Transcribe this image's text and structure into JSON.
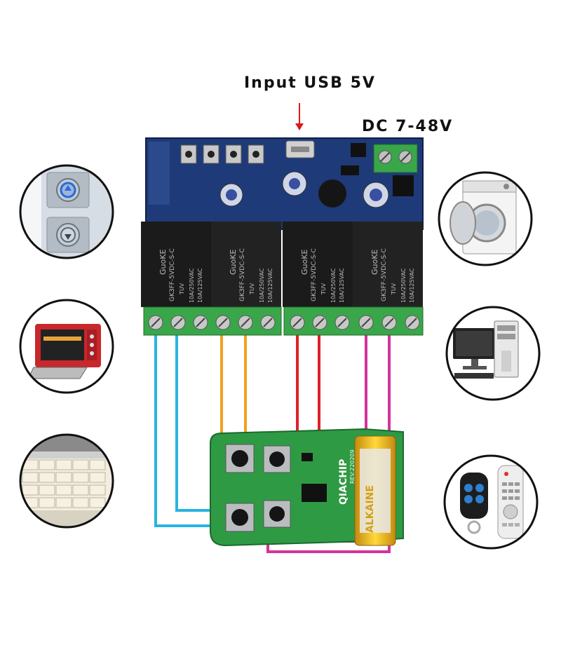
{
  "labels": {
    "input": "Input USB 5V",
    "dc": "DC 7-48V"
  },
  "relay_text": {
    "brand": "GuoKE",
    "model": "GK3FF-5VDC-S-C",
    "rating1": "10A/250VAC",
    "rating2": "10A/125VAC",
    "tuv": "TUV"
  },
  "remote_board": {
    "brand": "QIACHIP",
    "rev": "REV:220209",
    "battery": "ALKAINE"
  },
  "colors": {
    "wire_cyan": "#2ab3e2",
    "wire_orange": "#f0a020",
    "wire_red": "#e0202a",
    "wire_magenta": "#d4339a",
    "board_blue": "#1f3a78",
    "relay_black": "#1b1b1b",
    "terminal_green": "#3aa64a",
    "remote_green": "#2f9a44"
  },
  "icons": [
    "elevator-buttons",
    "oven",
    "garage-door",
    "washing-machine",
    "computer",
    "remote-controls"
  ]
}
